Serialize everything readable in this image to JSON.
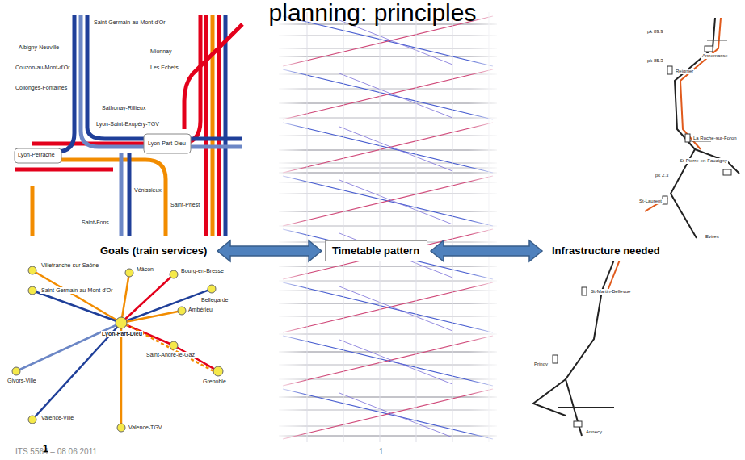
{
  "diagram": {
    "title": "planning: principles",
    "nodes": [
      {
        "text": [
          "Goals (train services)"
        ]
      },
      {
        "text": [
          "Timetable pattern"
        ]
      },
      {
        "text": [
          "Infrastructure needed"
        ]
      }
    ],
    "edges": [
      {
        "from": 0,
        "to": 1,
        "arrow": "both"
      },
      {
        "from": 1,
        "to": 2,
        "arrow": "both"
      }
    ],
    "labels": [
      "ITS 5564 – 08 06 2011",
      "1",
      "1",
      "Lyon-Part-Dieu",
      "Lyon-Perrache",
      "Lyon-Saint-Exupéry-TGV",
      "Vénissieux",
      "Saint-Priest",
      "Saint-Fons",
      "Sathonay-Rillieux",
      "Collonges-Fontaines",
      "Couzon-au-Mont-d'Or",
      "Albigny-Neuville",
      "Saint-Germain-au-Mont-d'Or",
      "Mionnay",
      "Les Echets",
      "Villefranche-sur-Saône",
      "Saint-Germain-au-Mont-d'Or",
      "Mâcon",
      "Bourg-en-Bresse",
      "Bellegarde",
      "Ambérieu",
      "Lyon-Part-Dieu",
      "Saint-André-le-Gaz",
      "Grenoble",
      "Valence-TGV",
      "Valence-Ville",
      "Givors-Ville",
      "pk 89.9",
      "Annemasse",
      "pk 85.3",
      "Reignier",
      "La Roche-sur-Foron",
      "St-Pierre-en-Faucigny",
      "pk 2.3",
      "St-Laurent",
      "Evires",
      "St-Martin-Bellevue",
      "Pringy",
      "Annecy"
    ]
  }
}
